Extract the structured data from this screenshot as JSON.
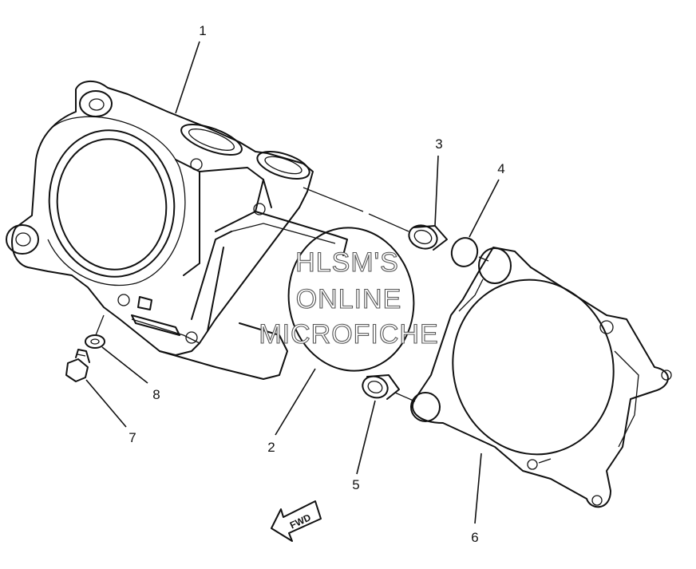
{
  "callouts": [
    {
      "id": "1",
      "label": "1"
    },
    {
      "id": "2",
      "label": "2"
    },
    {
      "id": "3",
      "label": "3"
    },
    {
      "id": "4",
      "label": "4"
    },
    {
      "id": "5",
      "label": "5"
    },
    {
      "id": "6",
      "label": "6"
    },
    {
      "id": "7",
      "label": "7"
    },
    {
      "id": "8",
      "label": "8"
    }
  ],
  "watermark": {
    "line1": "HLSM'S",
    "line2": "ONLINE",
    "line3": "MICROFICHE"
  },
  "direction_marker": {
    "label": "FWD"
  }
}
